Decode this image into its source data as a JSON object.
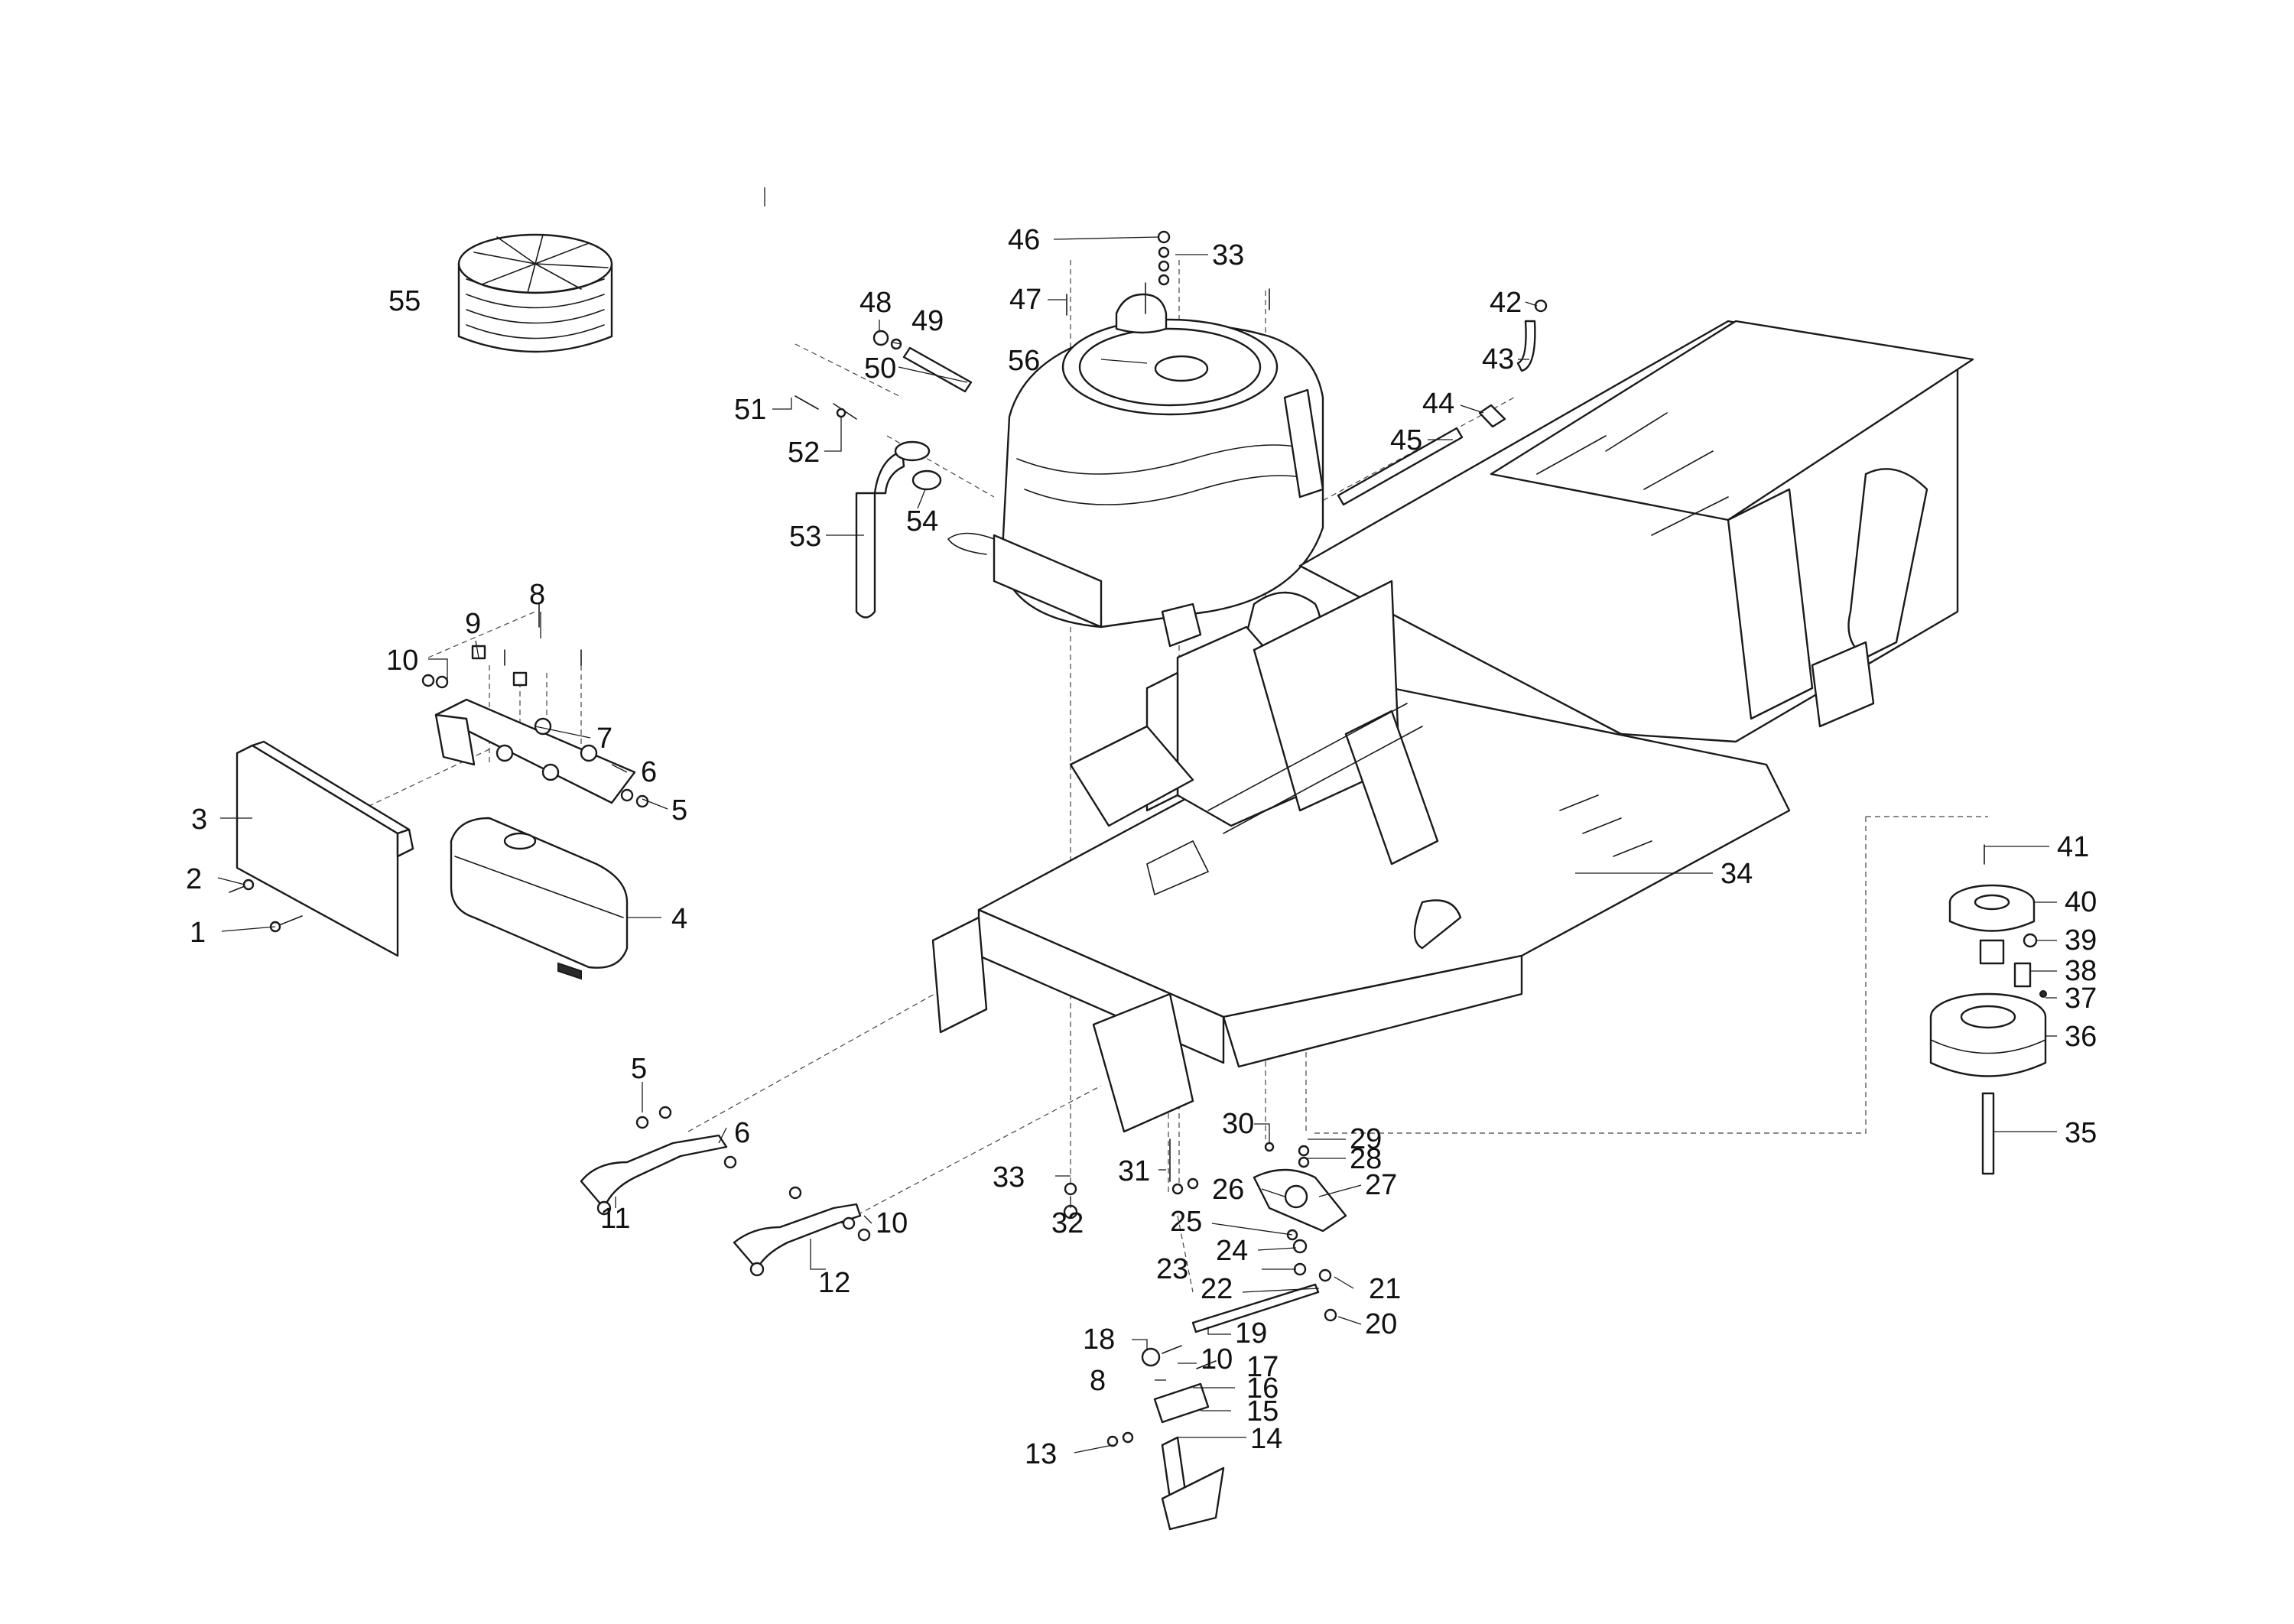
{
  "diagram": {
    "type": "exploded-parts-view",
    "callouts": {
      "p1": "1",
      "p2": "2",
      "p3": "3",
      "p4": "4",
      "p5a": "5",
      "p5b": "5",
      "p6a": "6",
      "p6b": "6",
      "p7": "7",
      "p8a": "8",
      "p8b": "8",
      "p9": "9",
      "p10a": "10",
      "p10b": "10",
      "p10c": "10",
      "p11": "11",
      "p12": "12",
      "p13": "13",
      "p14": "14",
      "p15": "15",
      "p16": "16",
      "p17": "17",
      "p18": "18",
      "p19": "19",
      "p20": "20",
      "p21": "21",
      "p22": "22",
      "p23": "23",
      "p24": "24",
      "p25": "25",
      "p26": "26",
      "p27": "27",
      "p28": "28",
      "p29": "29",
      "p30": "30",
      "p31": "31",
      "p32": "32",
      "p33a": "33",
      "p33b": "33",
      "p34": "34",
      "p35": "35",
      "p36": "36",
      "p37": "37",
      "p38": "38",
      "p39": "39",
      "p40": "40",
      "p41": "41",
      "p42": "42",
      "p43": "43",
      "p44": "44",
      "p45": "45",
      "p46": "46",
      "p47": "47",
      "p48": "48",
      "p49": "49",
      "p50": "50",
      "p51": "51",
      "p52": "52",
      "p53": "53",
      "p54": "54",
      "p55": "55",
      "p56": "56"
    }
  }
}
